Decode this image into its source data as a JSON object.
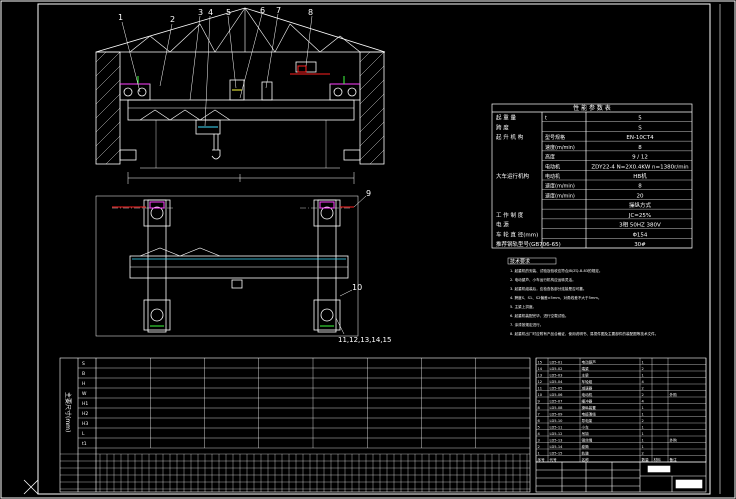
{
  "colors": {
    "background": "#000000",
    "line": "#ffffff",
    "accent_red": "#ff2020",
    "accent_magenta": "#ff40ff",
    "accent_cyan": "#40e0ff",
    "accent_yellow": "#ffff40",
    "accent_green": "#40ff40"
  },
  "callouts": {
    "top": [
      "1",
      "2",
      "3",
      "4",
      "5",
      "6",
      "7",
      "8"
    ],
    "right": [
      "9",
      "10"
    ],
    "bottom": "11,12,13,14,15"
  },
  "spec_table": {
    "title": "性 能 参 数 表",
    "rows": [
      {
        "label": "起 重 量",
        "sub": "t",
        "value": "5"
      },
      {
        "label": "跨 度",
        "sub": "",
        "value": "S"
      },
      {
        "label": "起 升 机 构",
        "sub": "型号规格",
        "value": "EN-10CT4"
      },
      {
        "label": "",
        "sub": "速度(m/min)",
        "value": "8"
      },
      {
        "label": "",
        "sub": "高度",
        "value": "9 / 12"
      },
      {
        "label": "",
        "sub": "电动机",
        "value": "ZDY22-4 N=2X0.4KW n=1380r/min"
      },
      {
        "label": "大车运行机构",
        "sub": "电动机",
        "value": "HB机"
      },
      {
        "label": "",
        "sub": "速度(m/min)",
        "value": "8"
      },
      {
        "label": "",
        "sub": "速度(m/min)",
        "value": "20"
      },
      {
        "label": "",
        "sub": "",
        "value": "操纵方式"
      },
      {
        "label": "工 作 制 度",
        "sub": "",
        "value": "JC=25%"
      },
      {
        "label": "电 源",
        "sub": "",
        "value": "3相 50HZ 380V"
      },
      {
        "label": "车 轮 直 径(mm)",
        "sub": "",
        "value": "Φ154"
      },
      {
        "label": "推荐钢轨型号(GB706-65)",
        "sub": "",
        "value": "30#"
      }
    ]
  },
  "notes": {
    "heading": "技术要求",
    "lines": [
      "1. 起重机的安装、试验及验收应符合JB/ZQ-8-83的规定。",
      "2. 电动葫芦、小车运行机构应运转灵活。",
      "3. 起重机组装后，应检查各部分连接是否可靠。",
      "4. 跨度S、S1、S2偏差±5mm，对角线差不大于5mm。",
      "5. 主梁上拱度。",
      "6. 起重机装配完毕，进行空载试验。",
      "7. 涂漆按规定进行。",
      "8. 起重机出厂时应附有产品合格证、使用说明书、易损件图及主要部件的装配图等技术文件。"
    ]
  },
  "dim_table": {
    "side_label": "主要尺寸(mm)",
    "row_labels": [
      "S",
      "B",
      "H",
      "W",
      "H1",
      "H2",
      "H3",
      "L",
      "t1"
    ],
    "columns": 8
  },
  "bom": {
    "columns": [
      "序号",
      "代号",
      "名称",
      "数量",
      "材料",
      "备注"
    ],
    "rows": [
      [
        "15",
        "LD5-01",
        "电动葫芦",
        "1",
        "",
        ""
      ],
      [
        "14",
        "LD5-02",
        "端梁",
        "2",
        "",
        ""
      ],
      [
        "13",
        "LD5-03",
        "主梁",
        "1",
        "",
        ""
      ],
      [
        "12",
        "LD5-04",
        "车轮组",
        "4",
        "",
        ""
      ],
      [
        "11",
        "LD5-05",
        "减速器",
        "2",
        "",
        ""
      ],
      [
        "10",
        "LD5-06",
        "电动机",
        "2",
        "",
        "外购"
      ],
      [
        "9",
        "LD5-07",
        "缓冲器",
        "4",
        "",
        ""
      ],
      [
        "8",
        "LD5-08",
        "操纵装置",
        "1",
        "",
        ""
      ],
      [
        "7",
        "LD5-09",
        "电缆滑线",
        "1",
        "",
        ""
      ],
      [
        "6",
        "LD5-10",
        "导电架",
        "2",
        "",
        ""
      ],
      [
        "5",
        "LD5-11",
        "小车",
        "1",
        "",
        ""
      ],
      [
        "4",
        "LD5-12",
        "吊钩",
        "1",
        "",
        ""
      ],
      [
        "3",
        "LD5-13",
        "钢丝绳",
        "1",
        "",
        "外购"
      ],
      [
        "2",
        "LD5-14",
        "卷筒",
        "1",
        "",
        ""
      ],
      [
        "1",
        "LD5-15",
        "轨道",
        "2",
        "",
        ""
      ]
    ]
  }
}
